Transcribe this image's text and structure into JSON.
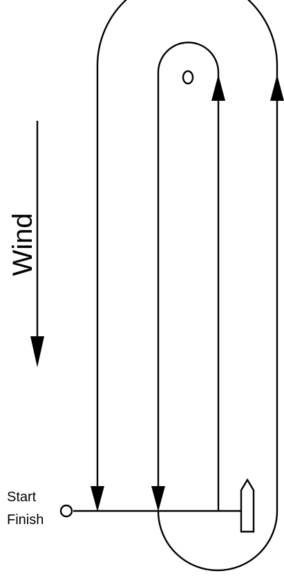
{
  "diagram": {
    "wind_label": "Wind",
    "start_label": "Start",
    "finish_label": "Finish",
    "wind_arrow_icon": "arrow-down-icon",
    "top_mark_icon": "circle-icon",
    "pin_end_icon": "circle-icon",
    "committee_boat_icon": "boat-icon",
    "colors": {
      "ink": "#000000",
      "background": "#ffffff"
    }
  }
}
